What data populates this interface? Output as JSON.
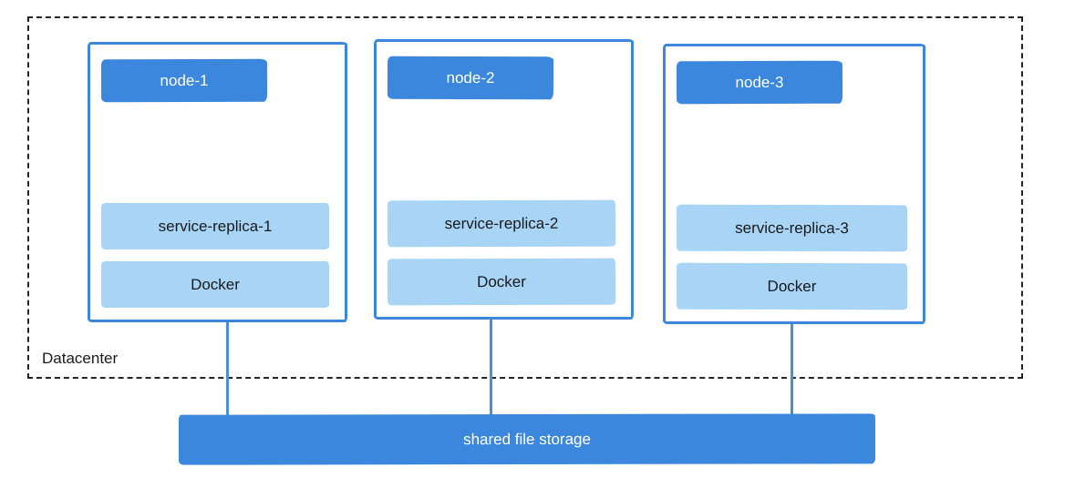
{
  "diagram": {
    "container_label": "Datacenter",
    "nodes": [
      {
        "title": "node-1",
        "service": "service-replica-1",
        "runtime": "Docker"
      },
      {
        "title": "node-2",
        "service": "service-replica-2",
        "runtime": "Docker"
      },
      {
        "title": "node-3",
        "service": "service-replica-3",
        "runtime": "Docker"
      }
    ],
    "storage_label": "shared file storage",
    "colors": {
      "primary_blue": "#3b87dd",
      "light_blue": "#a8d4f5",
      "connector_blue": "#4a90d9",
      "dashed_border": "#252525",
      "text_dark": "#1a1a1a",
      "text_light": "#ffffff",
      "background": "#ffffff"
    }
  }
}
